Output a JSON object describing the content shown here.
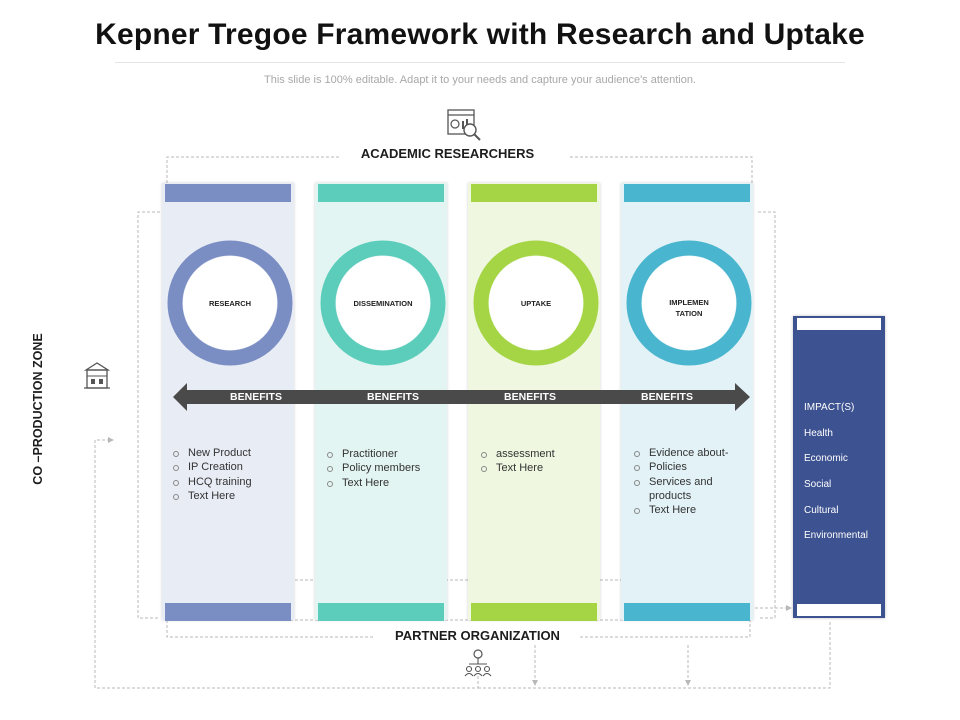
{
  "title": "Kepner Tregoe  Framework with Research and Uptake",
  "subtitle": "This slide is 100% editable. Adapt it to your needs and capture your audience's attention.",
  "top_label": "ACADEMIC  RESEARCHERS",
  "bottom_label": "PARTNER ORGANIZATION",
  "side_label": "CO –PRODUCTION  ZONE",
  "benefits_label": "BENEFITS",
  "columns": [
    {
      "ring_label": "RESEARCH",
      "items": [
        "New Product",
        "IP Creation",
        "HCQ training",
        "Text Here"
      ],
      "color": "#7b8ec4",
      "bg": "#e8ecf5"
    },
    {
      "ring_label": "DISSEMINATION",
      "items": [
        "Practitioner",
        "Policy members",
        "Text Here"
      ],
      "color": "#5ccdbb",
      "bg": "#e3f5f2"
    },
    {
      "ring_label": "UPTAKE",
      "items": [
        "assessment",
        "Text Here"
      ],
      "color": "#a5d545",
      "bg": "#eff7e0"
    },
    {
      "ring_label": "IMPLEMEN TATION",
      "items": [
        "Evidence about-",
        "Policies",
        "Services and products",
        "Text Here"
      ],
      "color": "#4ab5cf",
      "bg": "#e2f2f7"
    }
  ],
  "impacts": [
    "IMPACT(S)",
    "Health",
    "Economic",
    "Social",
    "Cultural",
    "Environmental"
  ],
  "colors": {
    "arrow": "#4a4a4a",
    "impact_box": "#3d5290",
    "connector": "#b5b5b5"
  },
  "icons": [
    "analytics-search-icon",
    "building-icon",
    "team-network-icon"
  ]
}
